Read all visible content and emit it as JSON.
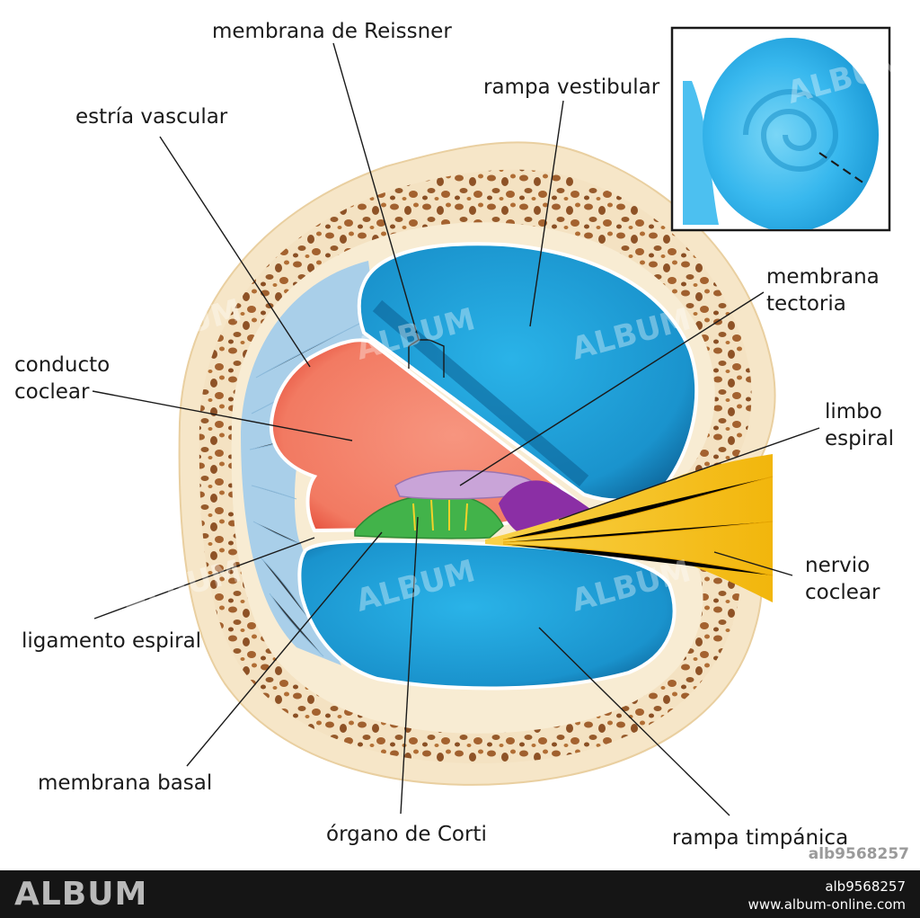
{
  "labels": {
    "reissner": "membrana de Reissner",
    "estria": "estría vascular",
    "vestibular": "rampa vestibular",
    "tectoria_1": "membrana",
    "tectoria_2": "tectoria",
    "conducto_1": "conducto",
    "conducto_2": "coclear",
    "limbo_1": "limbo",
    "limbo_2": "espiral",
    "nervio_1": "nervio",
    "nervio_2": "coclear",
    "ligamento": "ligamento espiral",
    "basal": "membrana basal",
    "corti": "órgano de Corti",
    "timpanica": "rampa timpánica"
  },
  "watermark": {
    "text": "ALBUM",
    "image_id": "alb9568257",
    "site": "www.album-online.com"
  },
  "colors": {
    "bone": "#f6e6c8",
    "bone_spot": "#9a5c2c",
    "scala_blue": "#1e9fd6",
    "scala_blue_dark": "#0b5f92",
    "duct_salmon": "#f4826c",
    "ligament": "#a9cfe9",
    "nerve": "#f7c21a",
    "tectorial": "#c9a4d8",
    "limbus": "#8b2fa5",
    "corti_green": "#42b34a",
    "inset_blue": "#32b4ee"
  }
}
